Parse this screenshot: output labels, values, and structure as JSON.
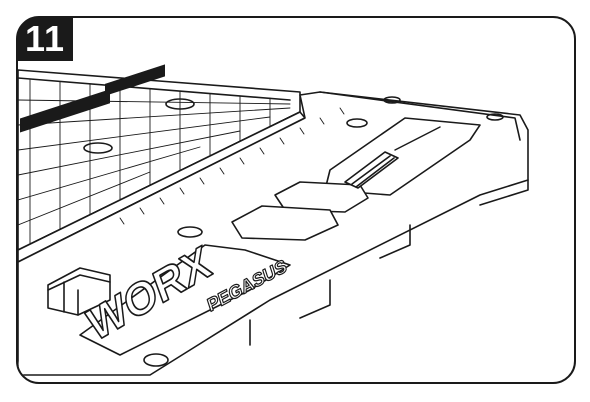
{
  "step": {
    "number": "11"
  },
  "brand": {
    "logo": "WORX",
    "product": "PEGASUS"
  },
  "colors": {
    "line": "#1a1a1a",
    "fill": "#ffffff",
    "badge": "#1a1a1a"
  },
  "icons": [
    "screwdriver-icon"
  ]
}
